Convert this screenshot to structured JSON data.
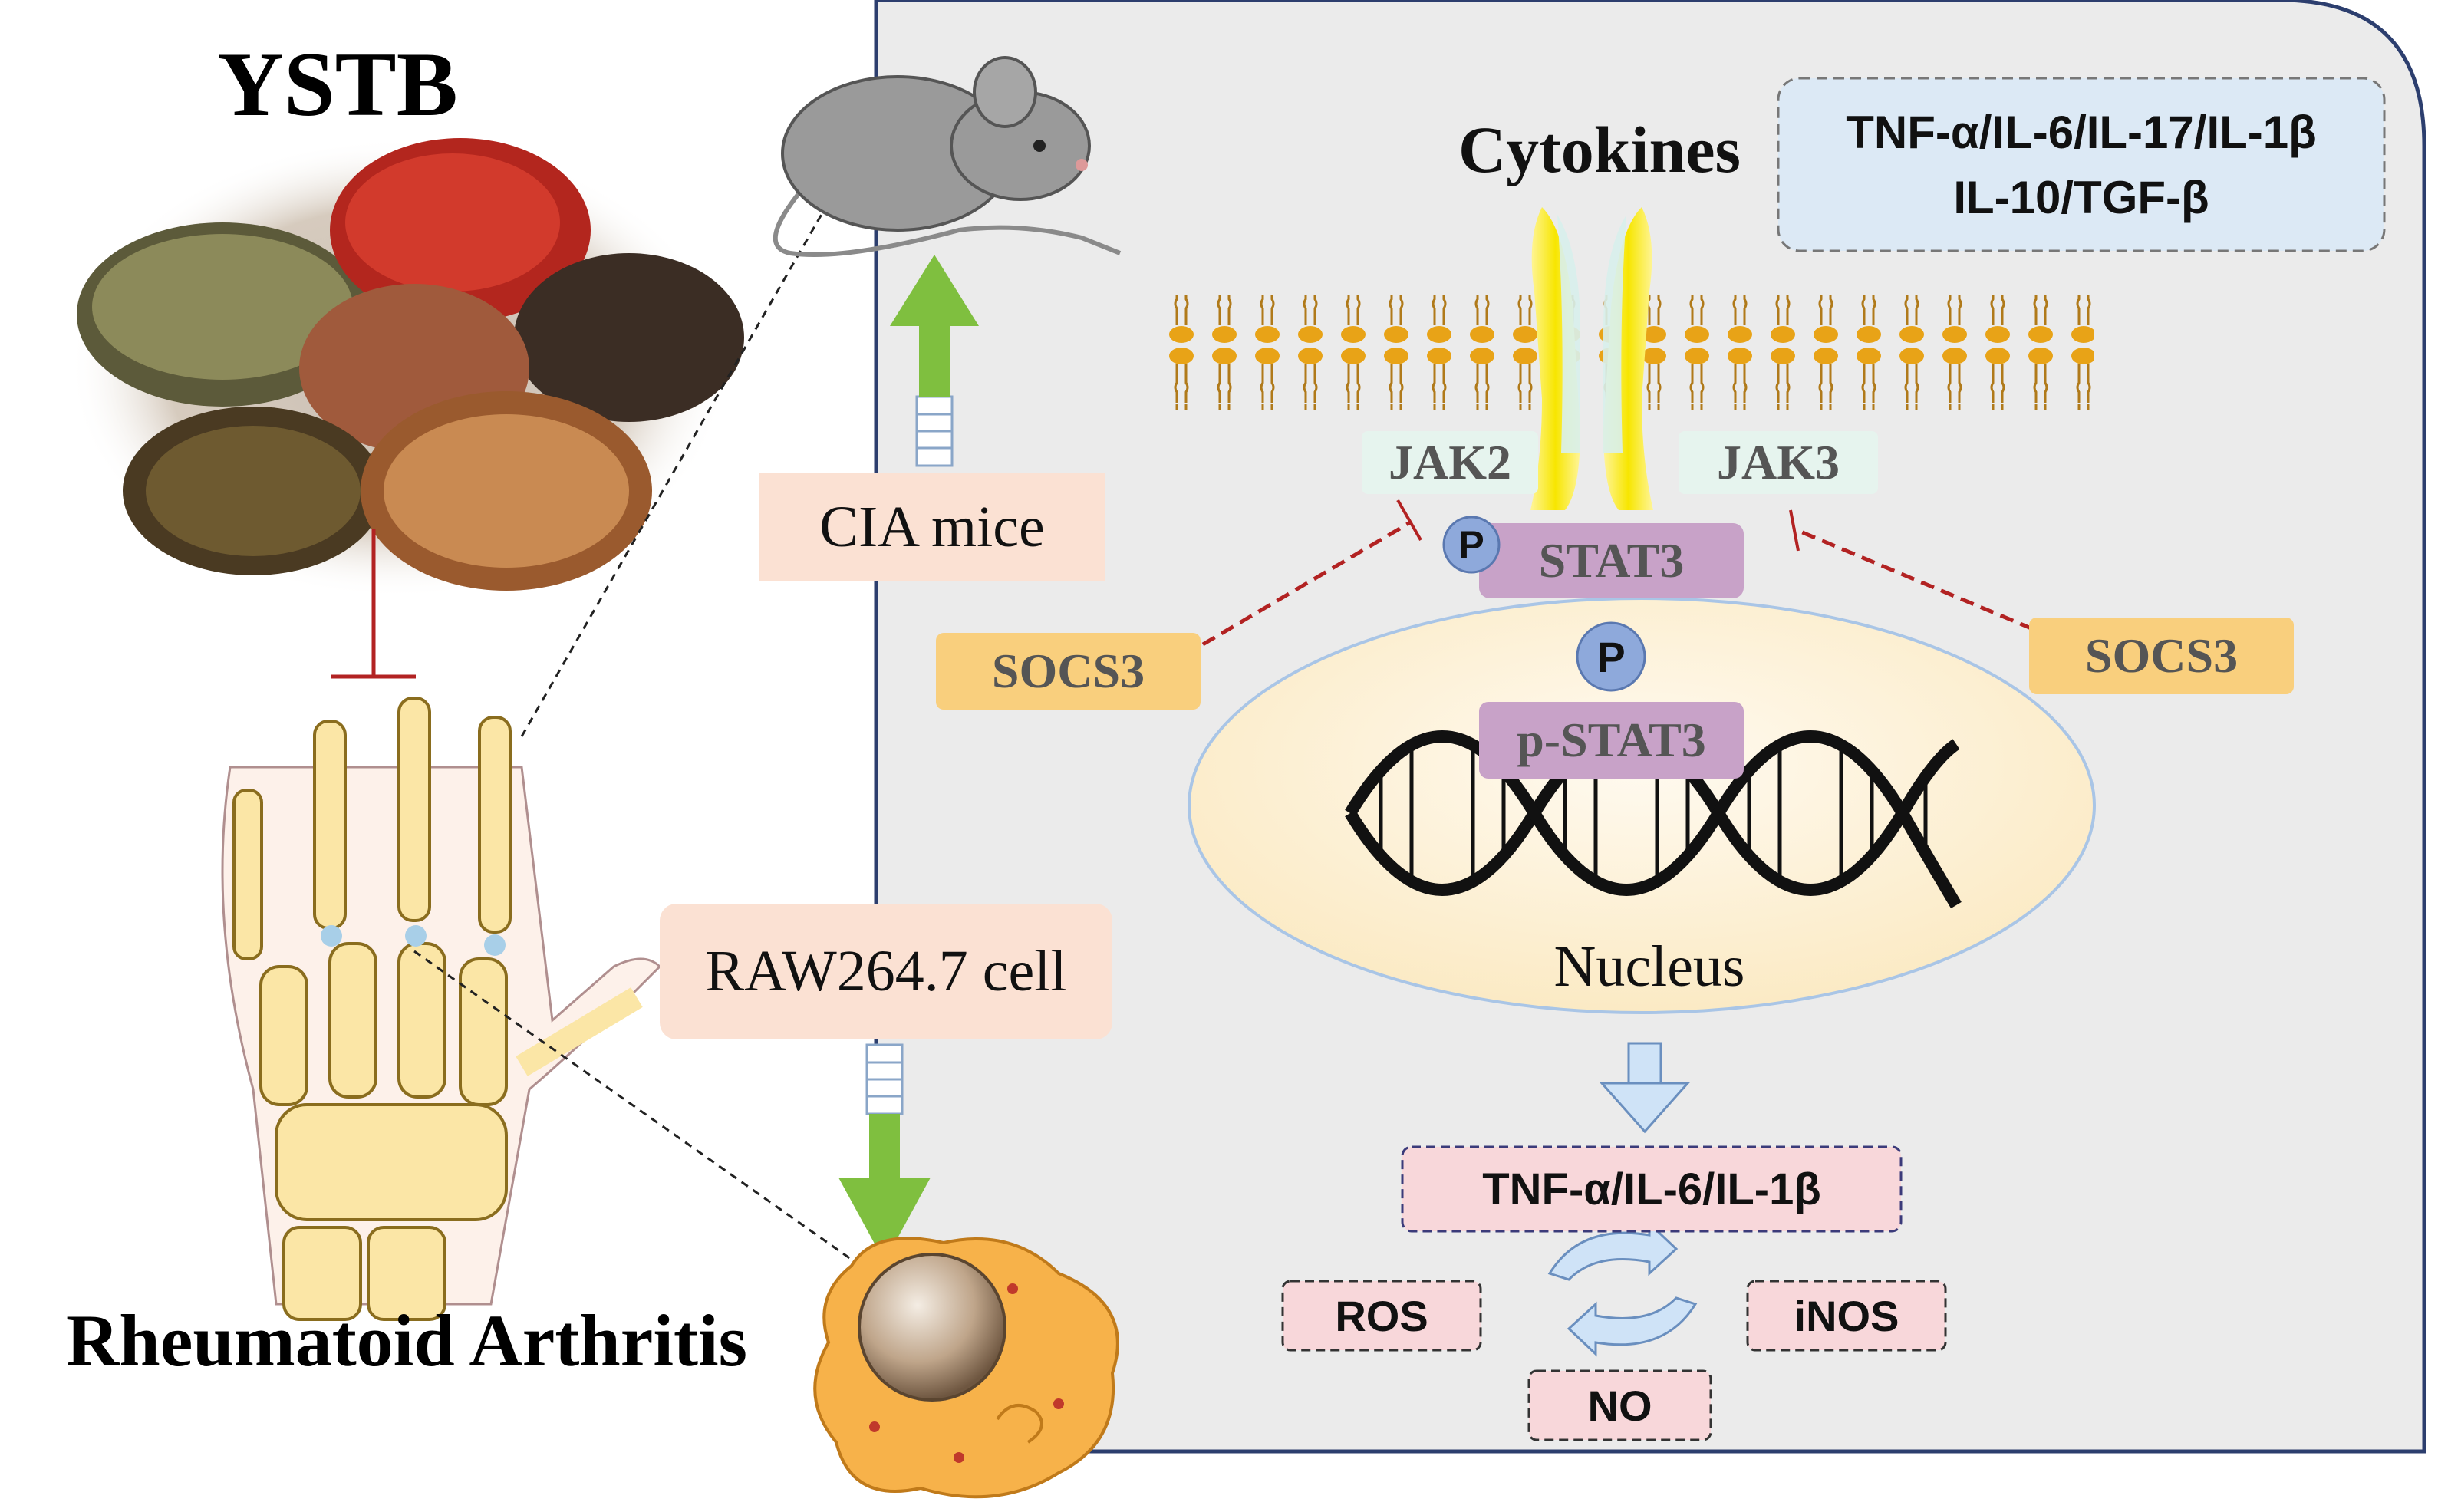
{
  "left": {
    "herb_title": "YSTB",
    "disease_title": "Rheumatoid Arthritis"
  },
  "models": {
    "in_vivo": "CIA mice",
    "in_vitro": "RAW264.7 cell"
  },
  "pathway": {
    "cytokines_title": "Cytokines",
    "cytokines_list_line1": "TNF-α/IL-6/IL-17/IL-1β",
    "cytokines_list_line2": "IL-10/TGF-β",
    "jak2": "JAK2",
    "jak3": "JAK3",
    "phospho": "P",
    "stat3": "STAT3",
    "socs3_left": "SOCS3",
    "socs3_right": "SOCS3",
    "nuclear_phospho": "P",
    "p_stat3": "p-STAT3",
    "nucleus": "Nucleus",
    "output_cytokines": "TNF-α/IL-6/IL-1β",
    "ros": "ROS",
    "inos": "iNOS",
    "no": "NO"
  },
  "colors": {
    "cell_fill": "#ebebeb",
    "cell_border": "#2c3e6e",
    "arrow_green": "#7fbf3f",
    "inhibit_red": "#b22222",
    "membrane_head": "#e8a317",
    "socs3_fill": "#f9cf7d",
    "stat3_fill": "#c8a2c8",
    "phospho_fill": "#8ea9db",
    "pink_box": "#f8d7da",
    "nucleus_fill": "#fff3d6"
  }
}
